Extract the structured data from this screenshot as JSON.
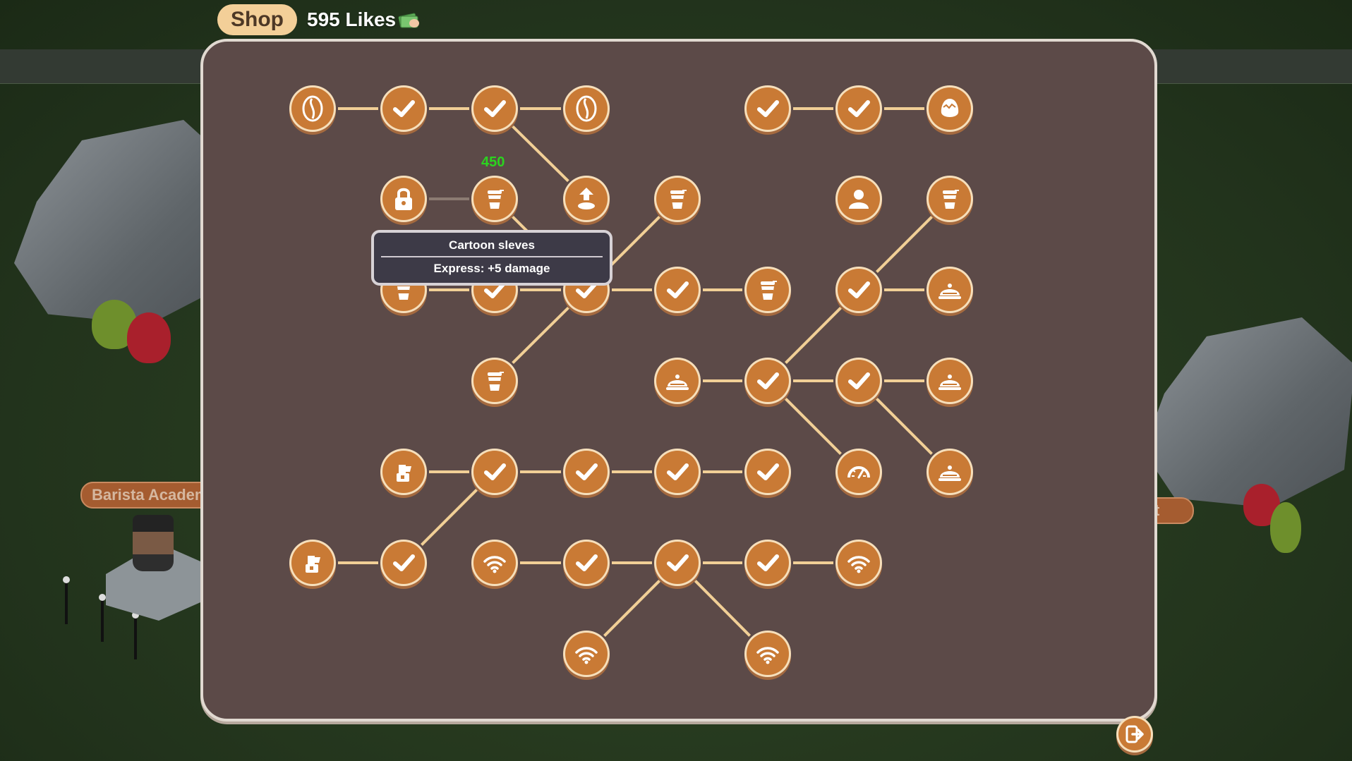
{
  "hud": {
    "shop_label": "Shop",
    "likes_text": "595 Likes",
    "currency_icon": "cash-icon"
  },
  "world": {
    "left_sign": "Barista Academ",
    "right_sign": "t"
  },
  "skill_tree": {
    "price_label": "450",
    "tooltip": {
      "title": "Cartoon sleves",
      "description": "Express: +5 damage"
    }
  },
  "colors": {
    "node_fill": "#c97a35",
    "node_ring": "#f6dfbb",
    "panel_bg": "#5c4a48",
    "line_active": "#f1cf96",
    "line_locked": "#8c7b72",
    "price_green": "#2bd41f"
  }
}
